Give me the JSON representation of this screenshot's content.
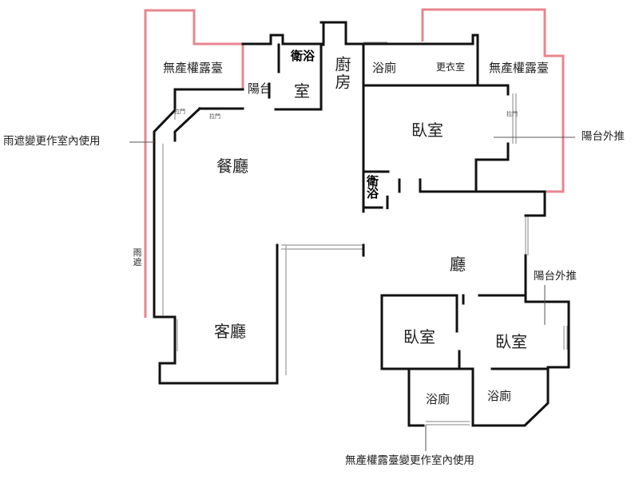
{
  "rooms": {
    "dining": "餐廳",
    "living": "客廳",
    "hall": "廳",
    "master_bedroom": "臥室",
    "bedroom_left": "臥室",
    "bedroom_right": "臥室",
    "kitchen": "廚房",
    "bath_top_a": "衛浴",
    "bath_top_b": "室",
    "bath_mid": "衛浴",
    "balcony_small": "陽台",
    "terrace_left": "無產權露臺",
    "terrace_right": "無產權露臺",
    "master_bath": "浴廁",
    "closet": "更衣室",
    "bath_bottom_left": "浴廁",
    "bath_bottom_right": "浴廁"
  },
  "door_labels": {
    "slide_a": "拉門",
    "slide_b": "拉門",
    "slide_c": "拉門"
  },
  "annotations": {
    "rain_shelter_use": "雨遮變更作室內使用",
    "rain_shelter": "雨遮",
    "balcony_extend_top": "陽台外推",
    "balcony_extend_mid": "陽台外推",
    "terrace_use": "無產權露臺變更作室內使用"
  },
  "colors": {
    "wall": "#111111",
    "highlight": "#e8858e",
    "leader": "#555555",
    "window": "#9a9a9a"
  }
}
